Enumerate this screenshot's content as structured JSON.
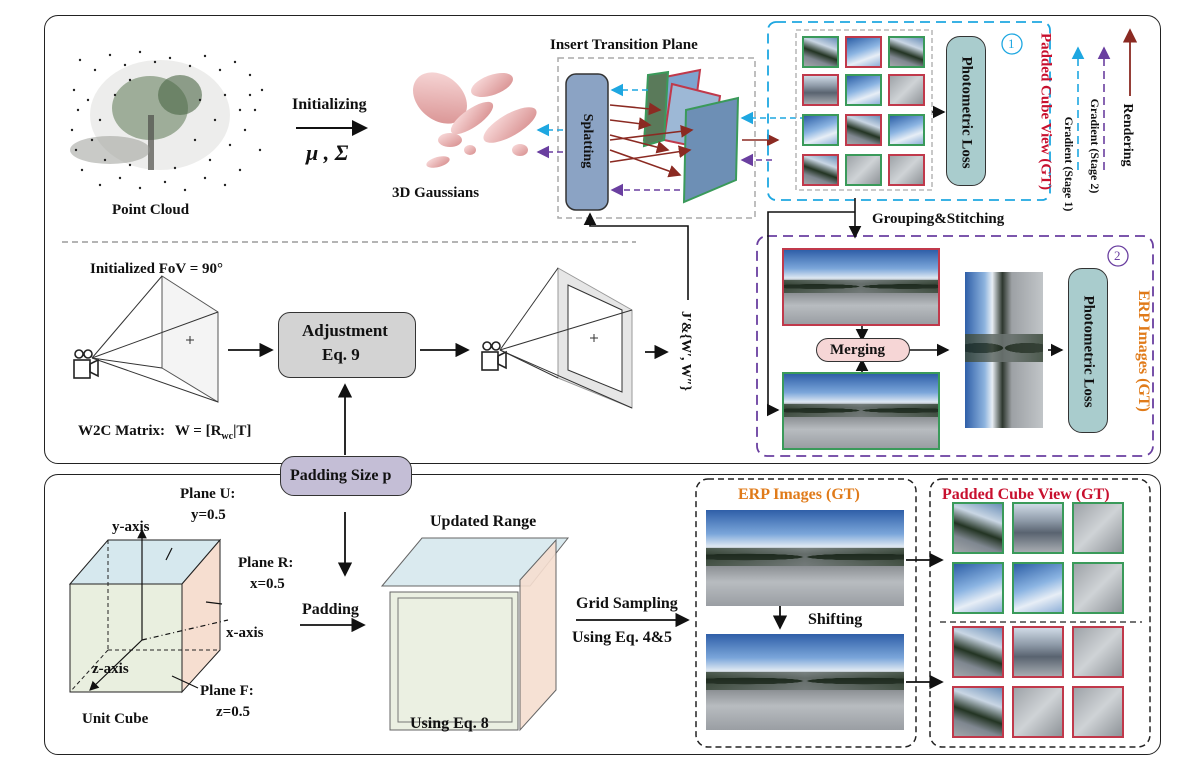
{
  "top_panel": {
    "point_cloud_label": "Point Cloud",
    "initializing_label": "Initializing",
    "params_label": "μ , Σ",
    "gaussians_label": "3D Gaussians",
    "insert_transition_label": "Insert Transition Plane",
    "splatting_label": "Splatting",
    "stage1_num": "1",
    "stage2_num": "2",
    "padded_cube_view_label": "Padded Cube View (GT)",
    "photometric_loss_label": "Photometric Loss",
    "grouping_label": "Grouping&Stitching",
    "merging_label": "Merging",
    "erp_images_label": "ERP Images (GT)",
    "legend": {
      "gradient1": "Gradient (Stage 1)",
      "gradient2": "Gradient (Stage 2)",
      "rendering": "Rendering"
    },
    "fov_label": "Initialized FoV = 90°",
    "adjustment_label": "Adjustment",
    "adjustment_eq": "Eq. 9",
    "w2c_label": "W2C Matrix:",
    "w2c_formula": "W = [R",
    "w2c_sub": "wc",
    "w2c_end": "|T]",
    "jacobian_label": "J′&{W′, W″}"
  },
  "bottom_panel": {
    "padding_size_label": "Padding Size p",
    "plane_u_label": "Plane U:",
    "plane_u_value": "y=0.5",
    "plane_r_label": "Plane R:",
    "plane_r_value": "x=0.5",
    "plane_f_label": "Plane F:",
    "plane_f_value": "z=0.5",
    "y_axis": "y-axis",
    "x_axis": "x-axis",
    "z_axis": "z-axis",
    "unit_cube_label": "Unit Cube",
    "padding_label": "Padding",
    "updated_range_label": "Updated Range",
    "using_eq8_label": "Using Eq. 8",
    "grid_sampling_label": "Grid Sampling",
    "using_eq45_label": "Using Eq. 4&5",
    "erp_gt_label": "ERP Images (GT)",
    "shifting_label": "Shifting",
    "padded_cube_gt_label": "Padded Cube View (GT)"
  },
  "colors": {
    "rendering": "#8b2a22",
    "gradient_stage1": "#1ea7e1",
    "gradient_stage2": "#6a3fa0",
    "red_label": "#c8102e",
    "orange_label": "#e07b1a",
    "loss_box": "#a9cccd",
    "splat_box": "#8ba3c4",
    "merge_box": "#f6d6d6"
  }
}
